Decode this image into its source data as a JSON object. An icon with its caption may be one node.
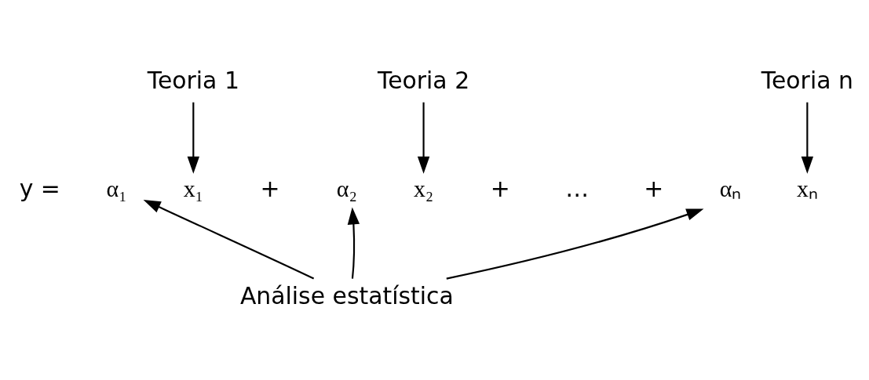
{
  "diagram": {
    "nodes": [
      {
        "text": [
          "Teoria 1"
        ]
      },
      {
        "text": [
          "Teoria 2"
        ]
      },
      {
        "text": [
          "Teoria n"
        ]
      },
      {
        "text": [
          "α₁"
        ]
      },
      {
        "text": [
          "x₁"
        ]
      },
      {
        "text": [
          "α₂"
        ]
      },
      {
        "text": [
          "x₂"
        ]
      },
      {
        "text": [
          "αₙ"
        ]
      },
      {
        "text": [
          "xₙ"
        ]
      },
      {
        "text": [
          "Análise estatística"
        ]
      }
    ],
    "edges": [
      {
        "from": 0,
        "to": 4,
        "arrow": "to"
      },
      {
        "from": 1,
        "to": 6,
        "arrow": "to"
      },
      {
        "from": 2,
        "to": 8,
        "arrow": "to"
      },
      {
        "from": 9,
        "to": 3,
        "arrow": "to"
      },
      {
        "from": 9,
        "to": 5,
        "arrow": "to"
      },
      {
        "from": 9,
        "to": 7,
        "arrow": "to"
      }
    ],
    "labels": [
      "y =",
      "+",
      "+",
      "…",
      "+"
    ]
  }
}
